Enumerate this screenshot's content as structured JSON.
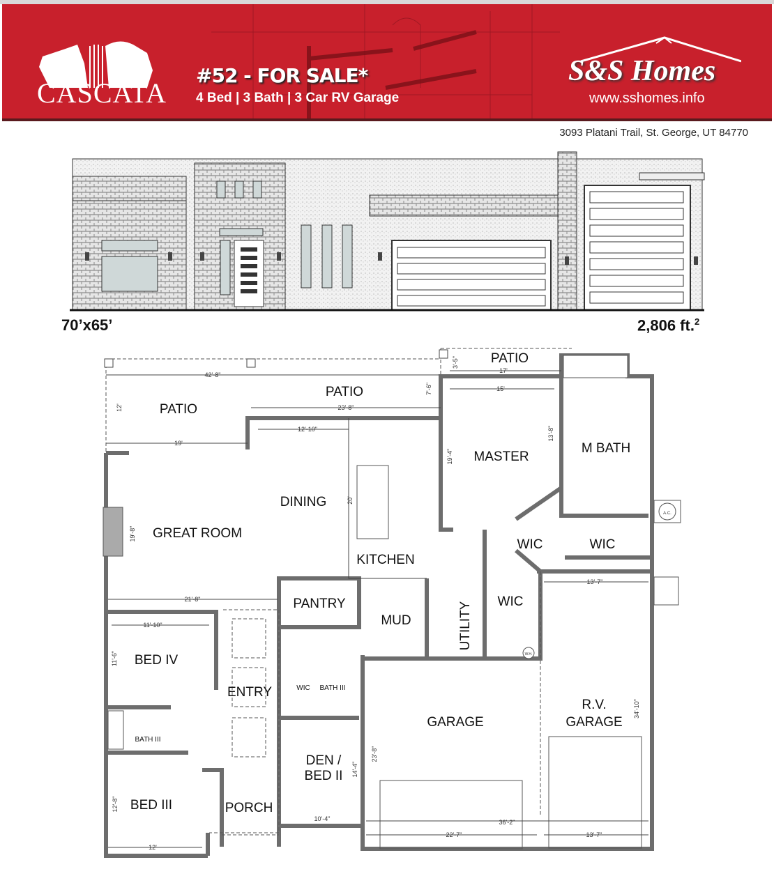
{
  "header": {
    "logo_text": "CASCATA",
    "headline": "#52 - FOR SALE*",
    "subline": "4 Bed | 3 Bath | 3 Car RV Garage",
    "brand": "S&S Homes",
    "url": "www.sshomes.info",
    "brand_color": "#c8202c"
  },
  "address": "3093 Platani Trail, St. George, UT 84770",
  "lot_size": "70’x65’",
  "square_feet": "2,806 ft.",
  "square_feet_unit_sup": "2",
  "rooms": {
    "patio_left": "PATIO",
    "patio_center": "PATIO",
    "patio_top": "PATIO",
    "master": "MASTER",
    "m_bath": "M BATH",
    "dining": "DINING",
    "great_room": "GREAT ROOM",
    "kitchen": "KITCHEN",
    "wic_1": "WIC",
    "wic_2": "WIC",
    "wic_3": "WIC",
    "pantry": "PANTRY",
    "mud": "MUD",
    "utility": "UTILITY",
    "bed_iv": "BED IV",
    "entry": "ENTRY",
    "wic_small": "WIC",
    "bath_iii_a": "BATH III",
    "bath_iii_b": "BATH III",
    "garage": "GARAGE",
    "rv_garage_1": "R.V.",
    "rv_garage_2": "GARAGE",
    "den_1": "DEN /",
    "den_2": "BED II",
    "bed_iii": "BED III",
    "porch": "PORCH",
    "ac": "A.C.",
    "wh": "W.H."
  },
  "dimensions": {
    "d42_8": "42'-8\"",
    "d12": "12'",
    "d23_8": "23'-8\"",
    "d7_6": "7'-6\"",
    "d3_5": "3'-5\"",
    "d17": "17'",
    "d15": "15'",
    "d13_8": "13'-8\"",
    "d19_4": "19'-4\"",
    "d12_10": "12'-10\"",
    "d19": "19'",
    "d20": "20'",
    "d19_8": "19'-8\"",
    "d21_8": "21'-8\"",
    "d13_7a": "13'-7\"",
    "d11_10": "11'-10\"",
    "d11_6": "11'-6\"",
    "d34_10": "34'-10\"",
    "d23_8b": "23'-8\"",
    "d14_4": "14'-4\"",
    "d12_8": "12'-8\"",
    "d10_4": "10'-4\"",
    "d36_2": "36'-2\"",
    "d22_7": "22'-7\"",
    "d13_7b": "13'-7\"",
    "d12b": "12'"
  }
}
